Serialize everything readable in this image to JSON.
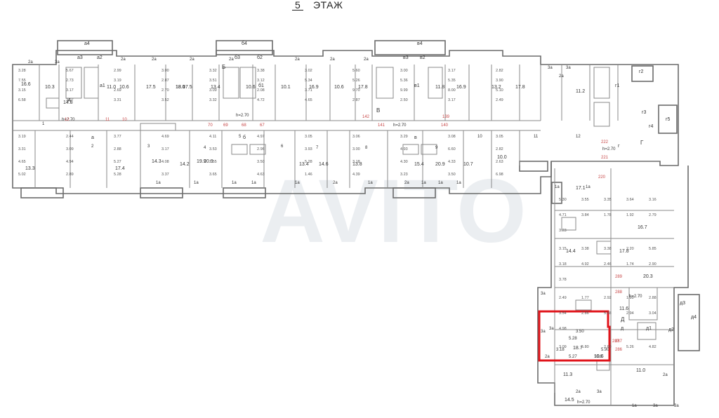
{
  "header": {
    "floor_number": "5",
    "floor_word": "ЭТАЖ"
  },
  "colors": {
    "wall": "#6b6b6b",
    "highlight": "#e0141b",
    "label": "#333333",
    "watermark": "#d8dde3",
    "room_id": "#c84848"
  },
  "watermark": "AVITO",
  "sections": [
    {
      "name": "а",
      "stair": "а1",
      "lobbies": [
        "а4",
        "а3",
        "а2"
      ]
    },
    {
      "name": "б",
      "stair": "б1",
      "lobbies": [
        "б4",
        "б3",
        "б2"
      ]
    },
    {
      "name": "в",
      "stair": "в1",
      "lobbies": [
        "в4",
        "в3",
        "в2"
      ]
    },
    {
      "name": "г",
      "stair": "г1",
      "lobbies": [
        "г2",
        "г3",
        "г4",
        "г5"
      ]
    },
    {
      "name": "д",
      "stair": "д1",
      "lobbies": [
        "д2",
        "д3",
        "д4"
      ]
    }
  ],
  "ceiling_heights": [
    "h=2.70",
    "h=2.70",
    "h=2.70",
    "h=2.70",
    "h=2.70",
    "h=2.70"
  ],
  "apartment_ids": [
    "12",
    "11",
    "10",
    "70",
    "69",
    "68",
    "67",
    "142",
    "141",
    "140",
    "139",
    "222",
    "221",
    "220",
    "289",
    "288",
    "287",
    "286"
  ],
  "room_areas": [
    "16.6",
    "10.3",
    "14.8",
    "18.0",
    "17.5",
    "11.0",
    "10.6",
    "17.5",
    "18.0",
    "13.4",
    "10.6",
    "10.1",
    "16.9",
    "10.6",
    "17.8",
    "11.8",
    "16.9",
    "13.2",
    "17.8",
    "11.2",
    "13.3",
    "17.4",
    "14.3",
    "14.2",
    "20.9",
    "13.4",
    "14.6",
    "13.8",
    "19.9",
    "15.4",
    "20.9",
    "10.7",
    "14.4",
    "17.8",
    "16.7",
    "11.3",
    "14.5",
    "11.0",
    "10.6",
    "10.0",
    "17.1",
    "20.3",
    "11.6"
  ],
  "dimensions": [
    "3.28",
    "5.67",
    "2.99",
    "3.00",
    "3.32",
    "3.38",
    "3.02",
    "5.60",
    "3.00",
    "3.17",
    "2.82",
    "7.55",
    "2.73",
    "3.19",
    "2.87",
    "3.51",
    "3.12",
    "5.34",
    "5.26",
    "5.36",
    "5.35",
    "3.90",
    "3.15",
    "3.17",
    "2.69",
    "2.70",
    "3.09",
    "2.08",
    "3.71",
    "9.70",
    "9.99",
    "8.00",
    "5.10",
    "6.58",
    "3.07",
    "3.31",
    "3.52",
    "3.32",
    "4.72",
    "4.65",
    "2.87",
    "2.50",
    "3.17",
    "2.49",
    "3.19",
    "2.44",
    "3.77",
    "4.69",
    "4.11",
    "4.97",
    "3.05",
    "3.06",
    "3.29",
    "3.08",
    "3.05",
    "3.31",
    "3.09",
    "2.88",
    "3.17",
    "3.53",
    "2.96",
    "3.93",
    "3.00",
    "4.93",
    "6.60",
    "2.82",
    "4.65",
    "4.94",
    "5.27",
    "4.08",
    "7.55",
    "3.50",
    "5.28",
    "3.18",
    "4.30",
    "4.33",
    "2.63",
    "5.02",
    "2.89",
    "5.28",
    "3.37",
    "3.65",
    "4.63",
    "1.46",
    "4.39",
    "3.23",
    "3.50",
    "6.98",
    "5.30",
    "3.55",
    "3.35",
    "3.64",
    "3.16",
    "4.71",
    "3.84",
    "1.78",
    "1.92",
    "2.79",
    "3.23",
    "3.15",
    "3.38",
    "3.38",
    "2.20",
    "5.85",
    "3.18",
    "4.92",
    "2.46",
    "1.74",
    "2.90",
    "3.78",
    "2.49",
    "1.77",
    "2.92",
    "1.99",
    "2.88",
    "3.54",
    "2.86",
    "5.68",
    "2.94",
    "3.04",
    "4.98",
    "3.09",
    "5.80",
    "2.60",
    "5.26",
    "4.82"
  ],
  "room_codes": [
    "2а",
    "2а",
    "3а",
    "2а",
    "2а",
    "2а",
    "2а",
    "2а",
    "2а",
    "1а",
    "1а",
    "1а",
    "1а",
    "1а",
    "2а",
    "1а",
    "2а",
    "1а",
    "1а",
    "1а",
    "3а",
    "3а",
    "2а",
    "1а",
    "1а",
    "3а",
    "1а",
    "3а",
    "3а",
    "2а",
    "3а",
    "2а",
    "2а",
    "3а"
  ],
  "room_numbers": [
    "1",
    "2",
    "3",
    "4",
    "5",
    "6",
    "7",
    "8",
    "9",
    "10",
    "11",
    "12"
  ],
  "entrance_letters": [
    "А",
    "Б",
    "В",
    "Г",
    "Д"
  ],
  "highlight": {
    "apartment": "287",
    "rooms": [
      "3а",
      "5.28",
      "18.7",
      "5.27",
      "3.18",
      "5.90",
      "10.6",
      "3.50"
    ]
  }
}
